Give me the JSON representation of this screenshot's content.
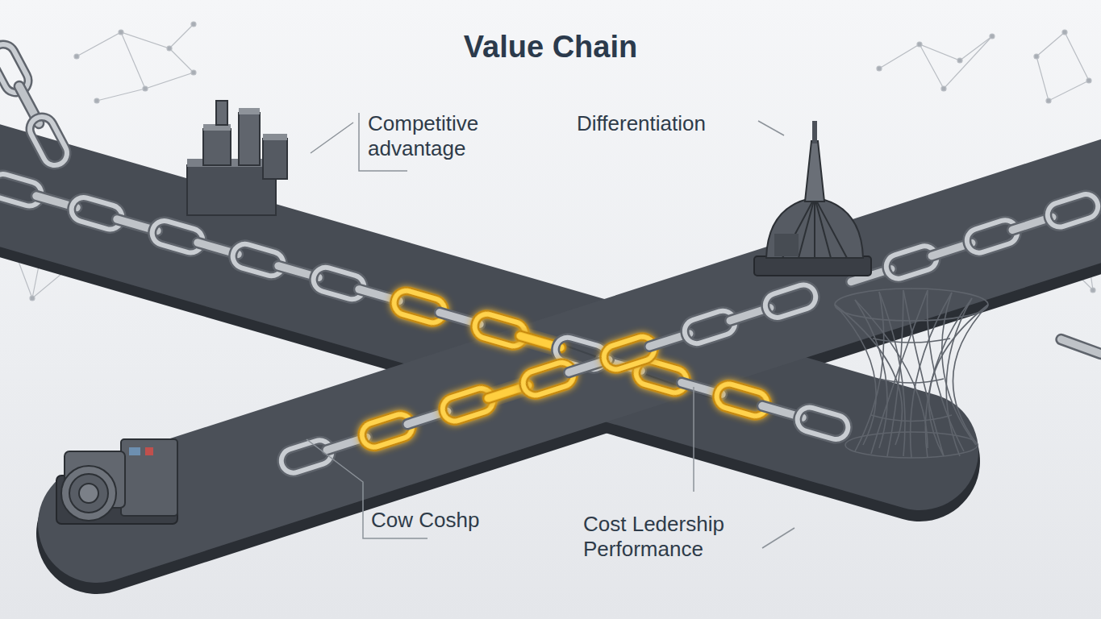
{
  "diagram": {
    "title": "Value Chain",
    "labels": [
      "Competitive advantage",
      "Differentiation",
      "Cow Coshp",
      "Cost Ledership Performance"
    ]
  }
}
